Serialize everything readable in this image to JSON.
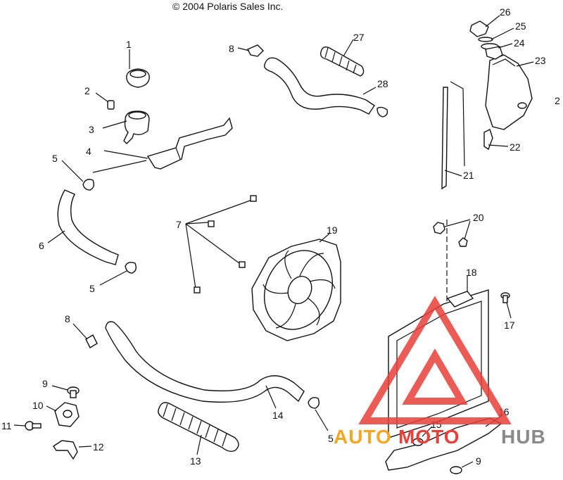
{
  "copyright": "© 2004 Polaris Sales Inc.",
  "callouts": {
    "c1": "1",
    "c2a": "2",
    "c2b": "2",
    "c3": "3",
    "c4": "4",
    "c5a": "5",
    "c5b": "5",
    "c5c": "5",
    "c6": "6",
    "c7": "7",
    "c8a": "8",
    "c8b": "8",
    "c9a": "9",
    "c9b": "9",
    "c10": "10",
    "c11": "11",
    "c12": "12",
    "c13": "13",
    "c14": "14",
    "c15": "15",
    "c16": "16",
    "c17": "17",
    "c18": "18",
    "c19": "19",
    "c20": "20",
    "c21": "21",
    "c22": "22",
    "c23": "23",
    "c24": "24",
    "c25": "25",
    "c26": "26",
    "c27": "27",
    "c28": "28"
  },
  "watermark": {
    "word_auto": "AUTO",
    "word_moto": "MOTO",
    "word_hub": "HUB",
    "color_orange": "#f5a623",
    "color_red": "#e8403a",
    "color_gray": "#8a8a8a"
  }
}
